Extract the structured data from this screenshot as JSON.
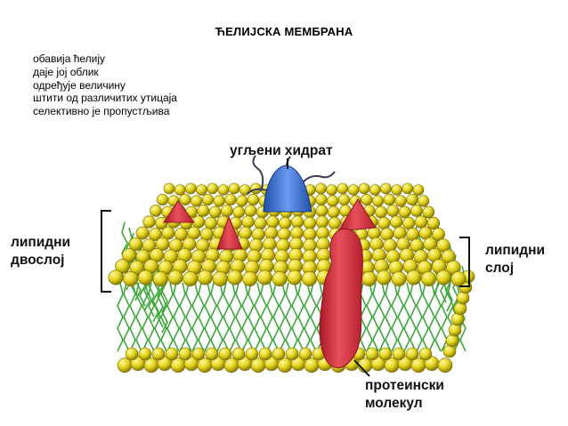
{
  "title": "ЋЕЛИЈСКА МЕМБРАНА",
  "bullets": [
    "обавија ћелију",
    "даје јој облик",
    "одређује величину",
    "штити од различитих утицаја",
    "селективно је пропустљива"
  ],
  "diagram": {
    "labels": {
      "carbohydrate": "угљени хидрат",
      "bilayer_line1": "липидни",
      "bilayer_line2": "двослој",
      "layer_line1": "липидни",
      "layer_line2": "слој",
      "protein_line1": "протеински",
      "protein_line2": "молекул"
    },
    "colors": {
      "lipid_head": "#e3d41c",
      "lipid_tail": "#3ea83a",
      "protein": "#d8323e",
      "carbohydrate": "#3a6fd0"
    }
  }
}
